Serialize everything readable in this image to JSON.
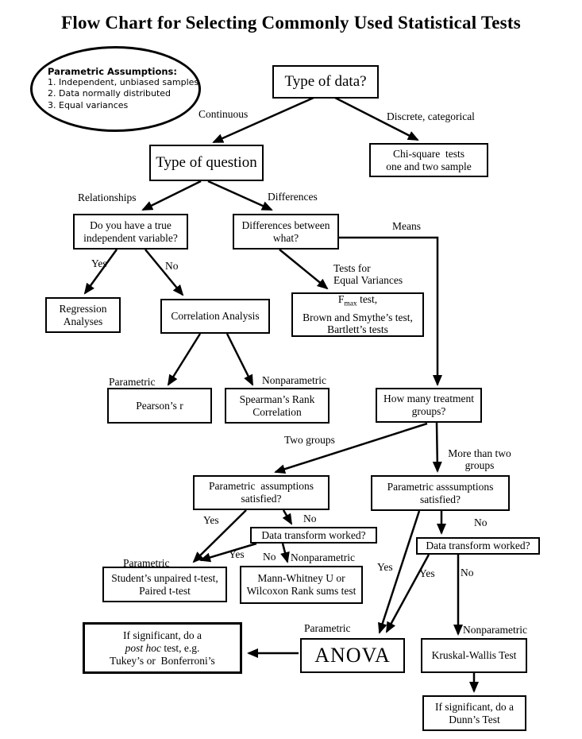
{
  "title": "Flow Chart for Selecting Commonly Used Statistical Tests",
  "colors": {
    "line": "#000000",
    "background": "#ffffff"
  },
  "oval": {
    "heading": "Parametric Assumptions:",
    "item1": "1. Independent, unbiased samples",
    "item2": "2. Data normally distributed",
    "item3": "3. Equal variances"
  },
  "nodes": {
    "type_of_data": {
      "line1": "Type of data?"
    },
    "type_of_question": {
      "line1": "Type of question"
    },
    "chi_square": {
      "line1": "Chi-square  tests",
      "line2": "one and two sample"
    },
    "true_iv": {
      "line1": "Do you have a true",
      "line2": "independent variable?"
    },
    "diff_between": {
      "line1": "Differences between",
      "line2": "what?"
    },
    "regression": {
      "line1": "Regression",
      "line2": "Analyses"
    },
    "correlation": {
      "line1": "Correlation Analysis"
    },
    "variance_tests": {
      "f": "F",
      "sub": "max",
      "rest": " test,",
      "line2": "Brown and Smythe’s test,",
      "line3": "Bartlett’s tests"
    },
    "pearson": {
      "line1": "Pearson’s r"
    },
    "spearman": {
      "line1": "Spearman’s Rank",
      "line2": "Correlation"
    },
    "how_many": {
      "line1": "How many treatment",
      "line2": "groups?"
    },
    "param_two": {
      "line1": "Parametric  assumptions",
      "line2": "satisfied?"
    },
    "param_more": {
      "line1": "Parametric asssumptions",
      "line2": "satisfied?"
    },
    "transform_two": {
      "line1": "Data transform worked?"
    },
    "transform_more": {
      "line1": "Data transform worked?"
    },
    "ttest": {
      "line1": "Student’s unpaired t-test,",
      "line2": "Paired t-test"
    },
    "mann_whitney": {
      "line1": "Mann-Whitney U or",
      "line2": "Wilcoxon Rank sums test"
    },
    "posthoc": {
      "line1": "If significant, do a",
      "line2_italic": "post hoc",
      "line2_rest": " test, e.g.",
      "line3": "Tukey’s or  Bonferroni’s"
    },
    "anova": {
      "line1": "ANOVA"
    },
    "kruskal": {
      "line1": "Kruskal-Wallis Test"
    },
    "dunns": {
      "line1": "If significant, do a",
      "line2": "Dunn’s Test"
    }
  },
  "labels": {
    "continuous": "Continuous",
    "discrete": "Discrete, categorical",
    "relationships": "Relationships",
    "differences": "Differences",
    "yes_iv": "Yes",
    "no_iv": "No",
    "tests_for": "Tests for",
    "equal_variances": "Equal Variances",
    "means": "Means",
    "parametric_corr": "Parametric",
    "nonparametric_corr": "Nonparametric",
    "two_groups": "Two groups",
    "more_than_two": "More than two",
    "more_than_two_2": "groups",
    "yes_param_two": "Yes",
    "no_param_two": "No",
    "yes_transform_two": "Yes",
    "no_transform_two": "No",
    "nonparametric_two": "Nonparametric",
    "parametric_two": "Parametric",
    "no_param_more": "No",
    "yes_param_more": "Yes",
    "yes_transform_more": "Yes",
    "no_transform_more": "No",
    "parametric_anova": "Parametric",
    "nonparametric_kw": "Nonparametric"
  }
}
